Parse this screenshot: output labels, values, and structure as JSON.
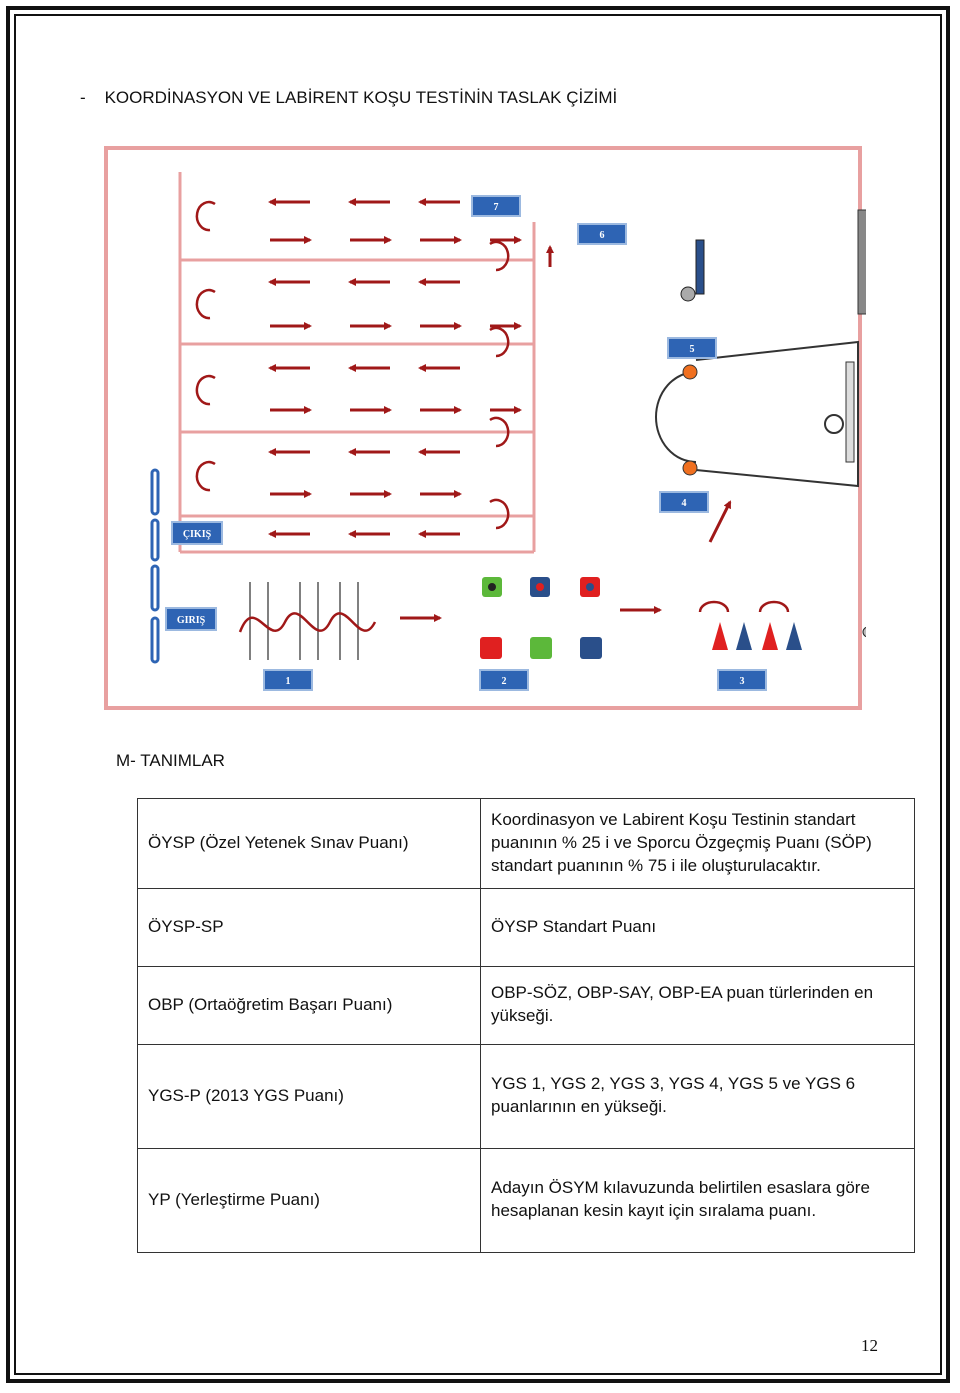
{
  "heading": {
    "bullet": "-",
    "text": "KOORDİNASYON VE LABİRENT KOŞU TESTİNİN TASLAK ÇİZİMİ"
  },
  "diagram": {
    "labels": {
      "exit": "ÇIKIŞ",
      "entry": "GIRIŞ",
      "s1": "1",
      "s2": "2",
      "s3": "3",
      "s4": "4",
      "s5": "5",
      "s6": "6",
      "s7": "7"
    },
    "colors": {
      "border": "#e8a0a0",
      "arrow": "#a01818",
      "label_bg": "#2e64b4",
      "red": "#e02020",
      "green": "#5cb83a",
      "blue": "#2a4f8a",
      "cone_red": "#e02020",
      "cone_blue": "#2a4f8a"
    }
  },
  "definitions": {
    "title": "M- TANIMLAR",
    "rows": [
      {
        "term": "ÖYSP (Özel Yetenek Sınav Puanı)",
        "desc": "Koordinasyon ve Labirent Koşu Testinin standart puanının % 25 i ve Sporcu Özgeçmiş Puanı (SÖP) standart puanının % 75 i ile oluşturulacaktır."
      },
      {
        "term": "ÖYSP-SP",
        "desc": "ÖYSP Standart Puanı"
      },
      {
        "term": "OBP (Ortaöğretim Başarı Puanı)",
        "desc": "OBP-SÖZ, OBP-SAY, OBP-EA puan türlerinden en yükseği."
      },
      {
        "term": "YGS-P (2013 YGS Puanı)",
        "desc": "YGS 1, YGS 2, YGS 3, YGS 4, YGS 5 ve YGS 6 puanlarının en yükseği."
      },
      {
        "term": "YP (Yerleştirme Puanı)",
        "desc": "Adayın ÖSYM kılavuzunda belirtilen esaslara göre hesaplanan kesin kayıt için sıralama puanı."
      }
    ]
  },
  "page_number": "12"
}
